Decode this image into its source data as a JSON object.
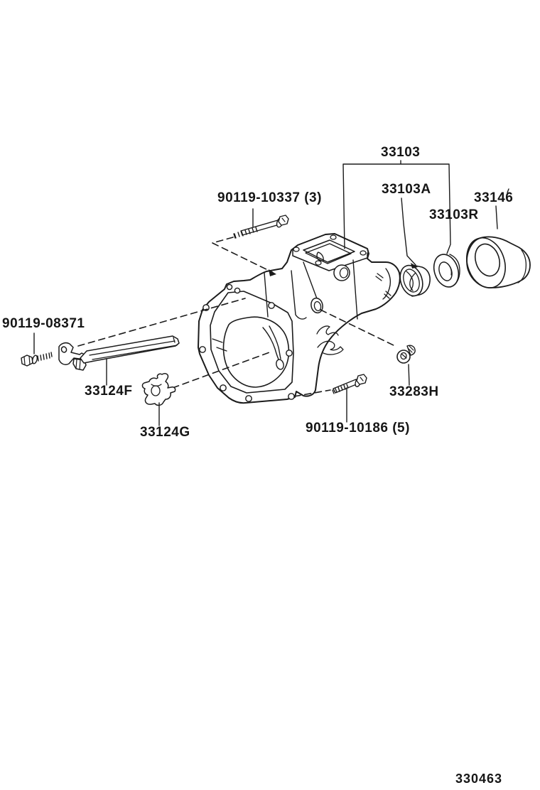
{
  "figure": {
    "code": "330463",
    "description": "Extension housing parts diagram"
  },
  "colors": {
    "line": "#1b1b1b",
    "background": "#ffffff"
  },
  "labels": [
    {
      "id": "33103",
      "text": "33103"
    },
    {
      "id": "33103A",
      "text": "33103A"
    },
    {
      "id": "33103R",
      "text": "33103R"
    },
    {
      "id": "33146",
      "text": "33146"
    },
    {
      "id": "90119-10337",
      "text": "90119-10337 (3)"
    },
    {
      "id": "90119-08371",
      "text": "90119-08371"
    },
    {
      "id": "33124F",
      "text": "33124F"
    },
    {
      "id": "33124G",
      "text": "33124G"
    },
    {
      "id": "33283H",
      "text": "33283H"
    },
    {
      "id": "90119-10186",
      "text": "90119-10186 (5)"
    }
  ],
  "footer": {
    "figure_code": "330463"
  }
}
